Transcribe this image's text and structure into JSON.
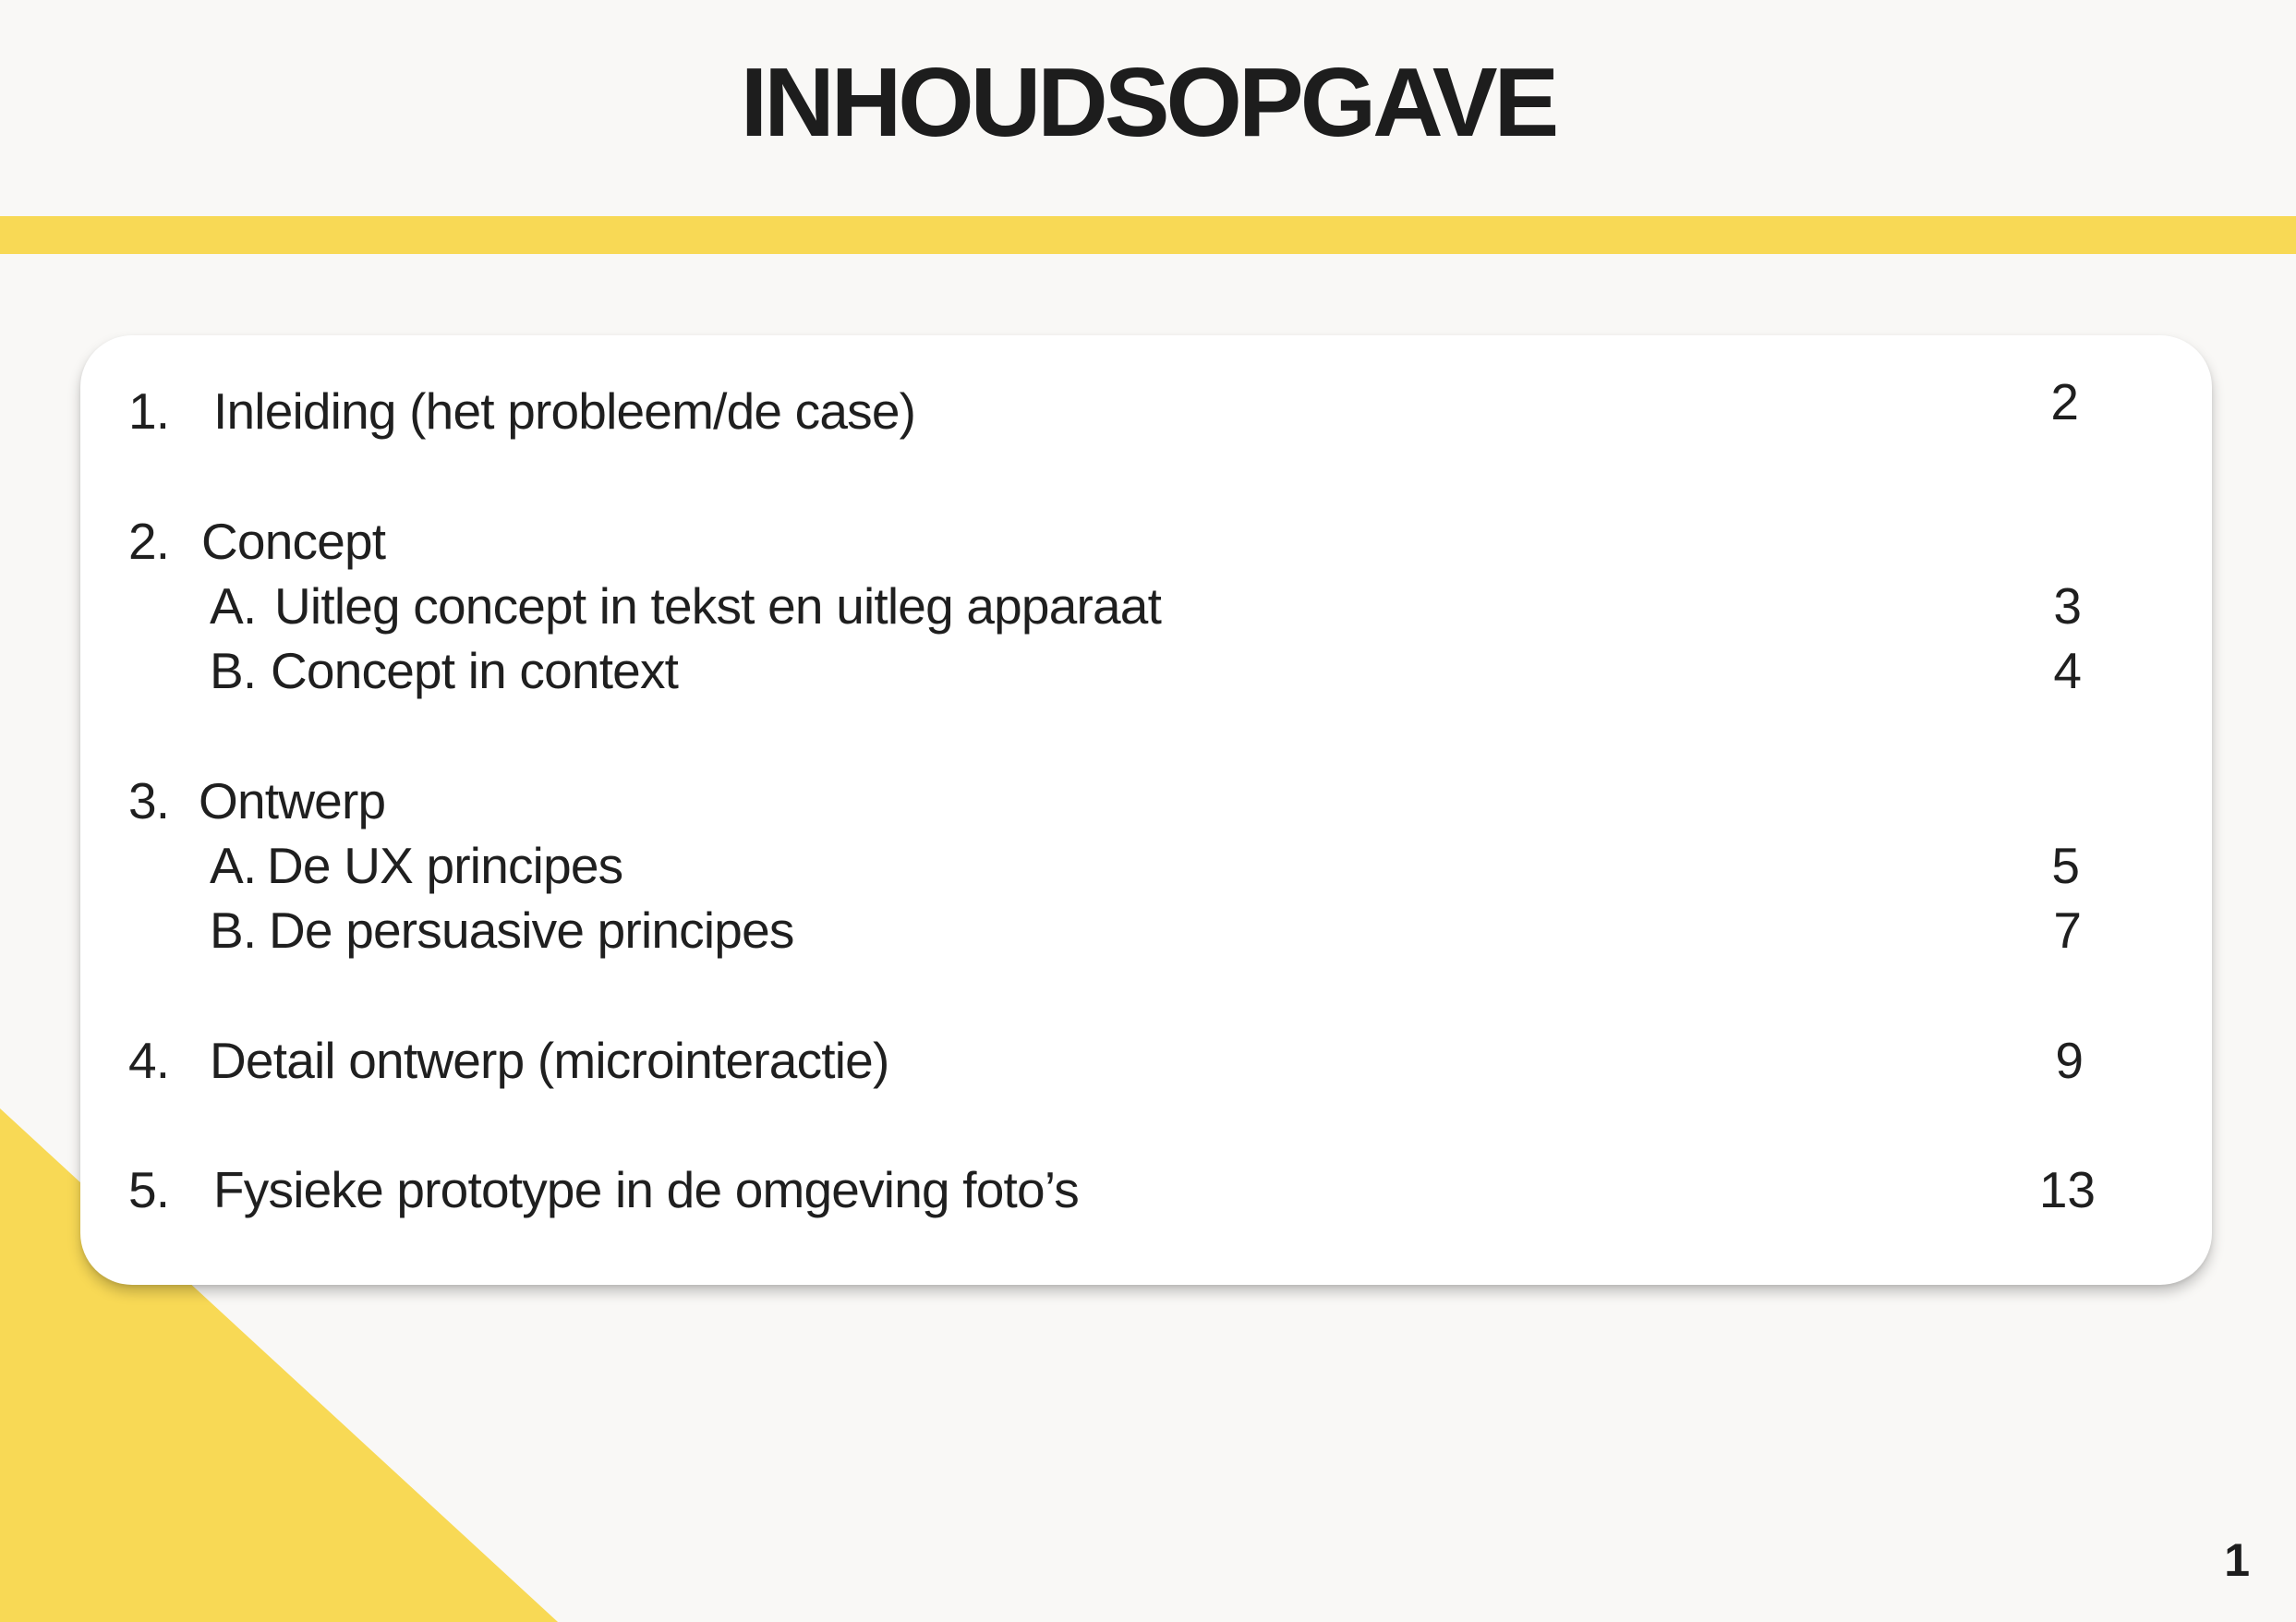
{
  "page": {
    "title": "INHOUDSOPGAVE",
    "page_number": "1"
  },
  "colors": {
    "accent": "#f8d955",
    "background": "#f9f8f6",
    "card": "#ffffff",
    "text": "#1f1f1f"
  },
  "toc": {
    "item1": {
      "number": "1.",
      "label": "Inleiding (het probleem/de case)",
      "page": "2"
    },
    "item2": {
      "number": "2.",
      "label": "Concept",
      "sub_a": {
        "letter": "A.",
        "label": "Uitleg concept in tekst en uitleg apparaat",
        "page": "3"
      },
      "sub_b": {
        "letter": "B.",
        "label": "Concept in context",
        "page": "4"
      }
    },
    "item3": {
      "number": "3.",
      "label": "Ontwerp",
      "sub_a": {
        "letter": "A.",
        "label": "De UX principes",
        "page": "5"
      },
      "sub_b": {
        "letter": "B.",
        "label": "De persuasive principes",
        "page": "7"
      }
    },
    "item4": {
      "number": "4.",
      "label": "Detail ontwerp (microinteractie)",
      "page": "9"
    },
    "item5": {
      "number": "5.",
      "label": "Fysieke prototype in de omgeving foto’s",
      "page": "13"
    }
  }
}
